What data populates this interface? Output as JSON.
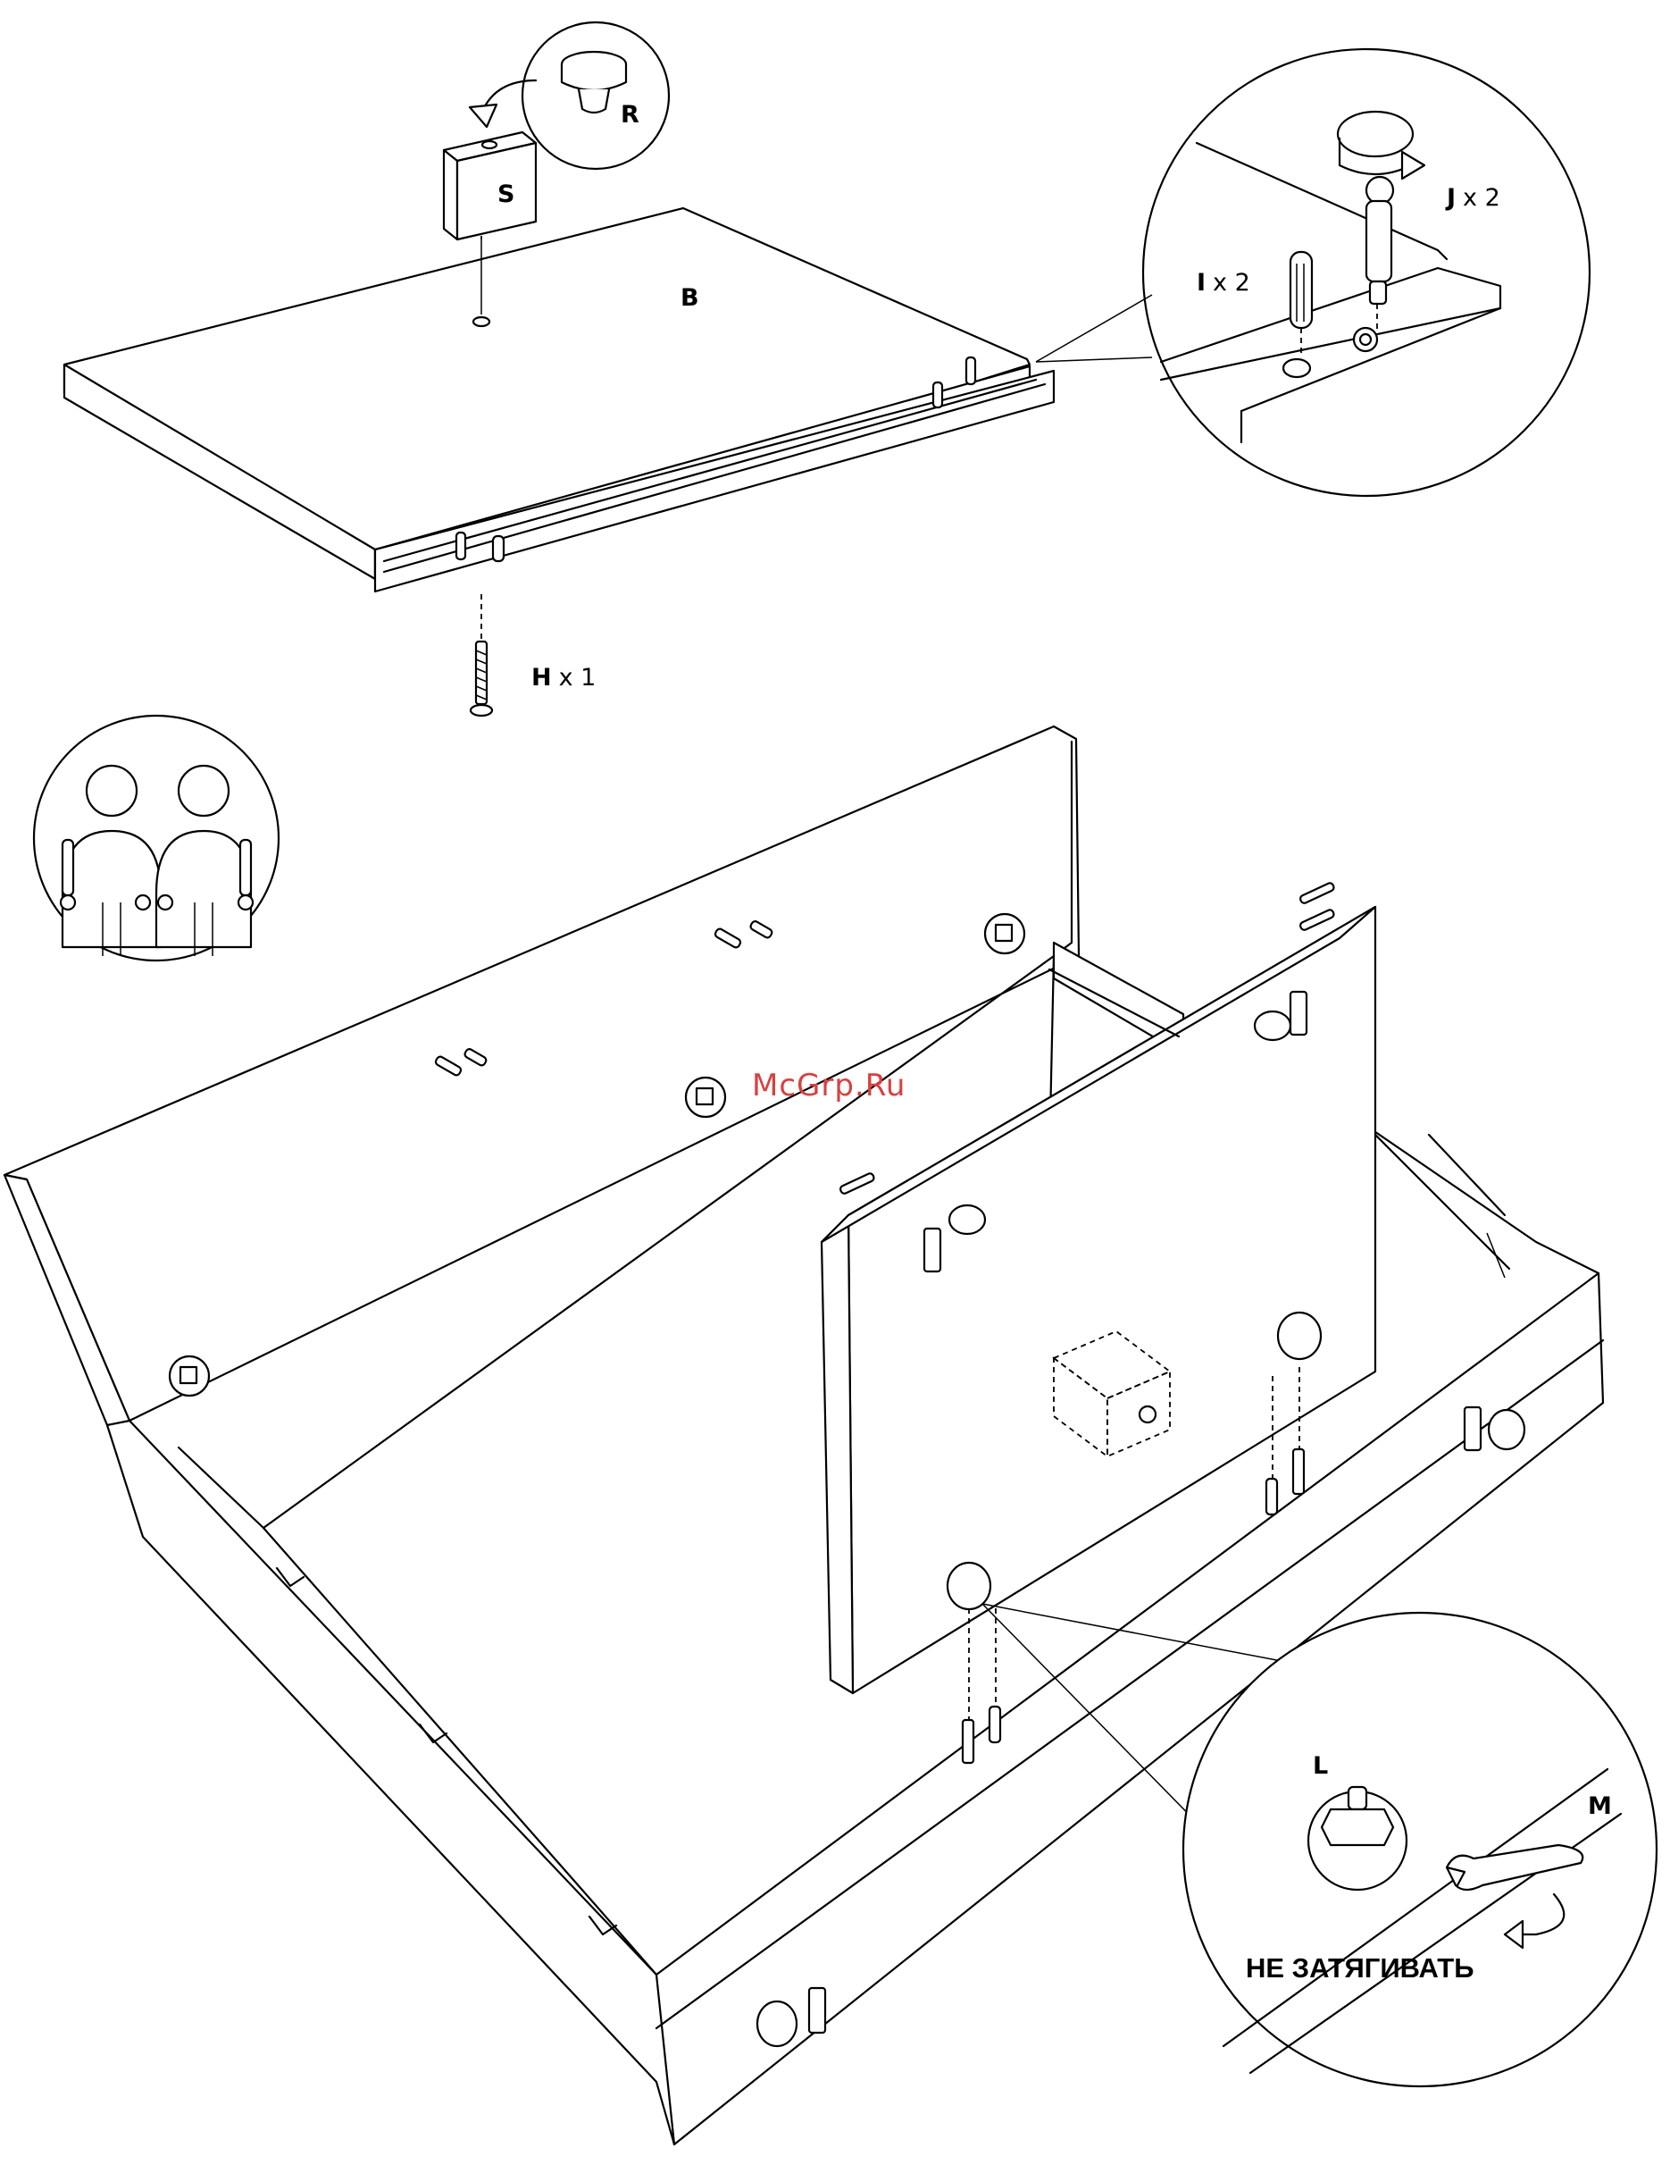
{
  "labels": {
    "part_r": "R",
    "part_s": "S",
    "part_b": "B",
    "part_h": "H",
    "part_h_qty": "x 1",
    "part_i": "I",
    "part_i_qty": "x 2",
    "part_j": "J",
    "part_j_qty": "x 2",
    "part_l": "L",
    "part_m": "M",
    "warning": "НЕ ЗАТЯГИВАТЬ"
  },
  "watermark": "McGrp.Ru",
  "colors": {
    "line": "#000000",
    "background": "#ffffff",
    "watermark": "#d84040"
  },
  "icons": [
    "two-people-icon",
    "rotate-arrow-icon",
    "curved-arrow-icon",
    "wrench-icon"
  ]
}
